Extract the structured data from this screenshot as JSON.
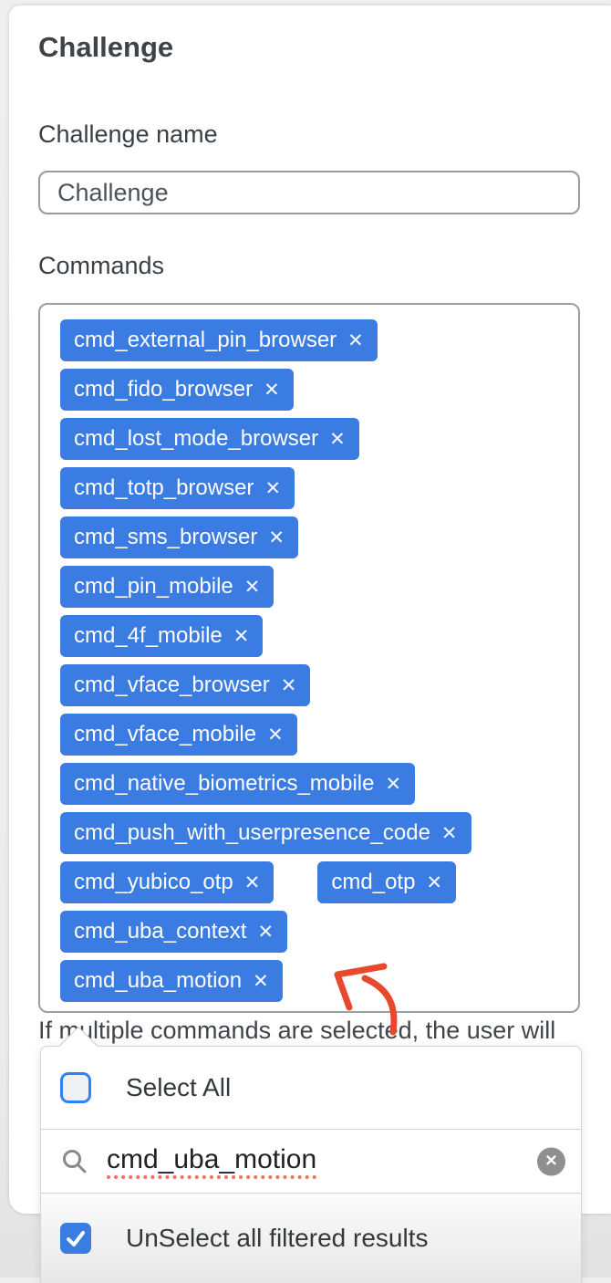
{
  "header": {
    "title": "Challenge"
  },
  "form": {
    "name_label": "Challenge name",
    "name_value": "Challenge",
    "commands_label": "Commands",
    "command_rows": [
      [
        "cmd_external_pin_browser"
      ],
      [
        "cmd_fido_browser"
      ],
      [
        "cmd_lost_mode_browser"
      ],
      [
        "cmd_totp_browser"
      ],
      [
        "cmd_sms_browser"
      ],
      [
        "cmd_pin_mobile"
      ],
      [
        "cmd_4f_mobile"
      ],
      [
        "cmd_vface_browser"
      ],
      [
        "cmd_vface_mobile"
      ],
      [
        "cmd_native_biometrics_mobile"
      ],
      [
        "cmd_push_with_userpresence_code"
      ],
      [
        "cmd_yubico_otp",
        "cmd_otp"
      ],
      [
        "cmd_uba_context"
      ],
      [
        "cmd_uba_motion"
      ]
    ],
    "remove_icon": "✕",
    "help_text": "If multiple commands are selected, the user will"
  },
  "dropdown": {
    "select_all_label": "Select All",
    "select_all_checked": false,
    "search_value": "cmd_uba_motion",
    "clear_icon": "✕",
    "unselect_label": "UnSelect all filtered results",
    "unselect_checked": true
  },
  "annotation": {
    "arrow_color": "#e8492c"
  },
  "colors": {
    "tag_blue": "#3b7ce3",
    "checkbox_blue": "#3a7de2",
    "checkbox_border_blue": "#2e82f6",
    "box_border_gray": "#97a0a5",
    "squiggle_red": "#f0705f"
  }
}
